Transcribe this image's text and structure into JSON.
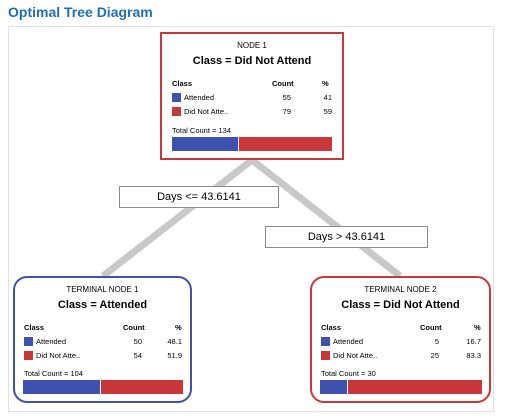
{
  "title": "Optimal Tree Diagram",
  "colors": {
    "attended": "#3e51b0",
    "did_not_attend": "#c9373b",
    "edge": "#c8c8c8"
  },
  "headers": {
    "class": "Class",
    "count": "Count",
    "pct": "%"
  },
  "root": {
    "name": "NODE 1",
    "class_label": "Class = Did Not Attend",
    "rows": [
      {
        "label": "Attended",
        "count": "55",
        "pct": "41"
      },
      {
        "label": "Did Not Atte..",
        "count": "79",
        "pct": "59"
      }
    ],
    "total": "Total Count = 134",
    "fraction_attended": 0.41
  },
  "splits": {
    "left": "Days <= 43.6141",
    "right": "Days > 43.6141"
  },
  "terminal1": {
    "name": "TERMINAL NODE 1",
    "class_label": "Class = Attended",
    "rows": [
      {
        "label": "Attended",
        "count": "50",
        "pct": "48.1"
      },
      {
        "label": "Did Not Atte..",
        "count": "54",
        "pct": "51.9"
      }
    ],
    "total": "Total Count = 104",
    "fraction_attended": 0.481
  },
  "terminal2": {
    "name": "TERMINAL NODE 2",
    "class_label": "Class = Did Not Attend",
    "rows": [
      {
        "label": "Attended",
        "count": "5",
        "pct": "16.7"
      },
      {
        "label": "Did Not Atte..",
        "count": "25",
        "pct": "83.3"
      }
    ],
    "total": "Total Count = 30",
    "fraction_attended": 0.167
  }
}
